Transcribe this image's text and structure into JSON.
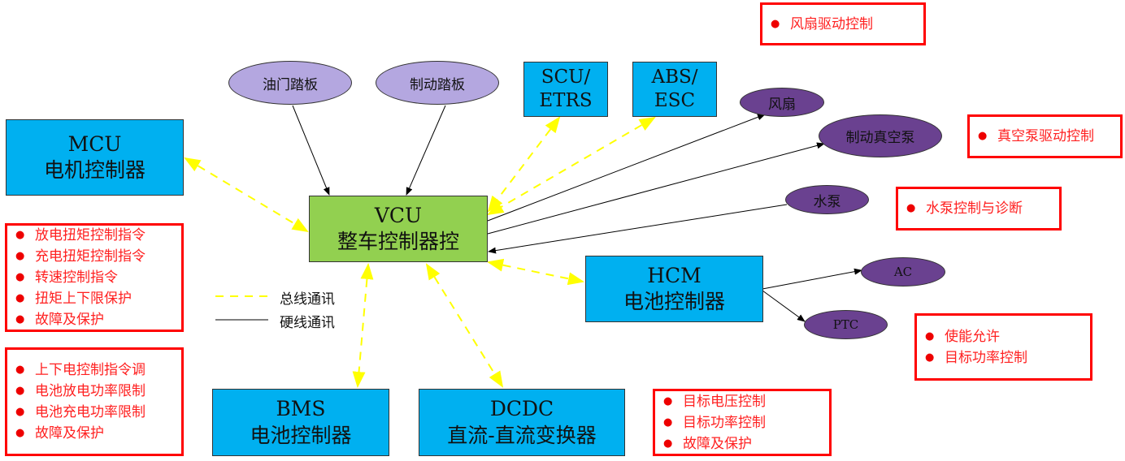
{
  "nodes": {
    "mcu": {
      "line1": "MCU",
      "line2": "电机控制器"
    },
    "vcu": {
      "line1": "VCU",
      "line2": "整车控制器控"
    },
    "hcm": {
      "line1": "HCM",
      "line2": "电池控制器"
    },
    "bms": {
      "line1": "BMS",
      "line2": "电池控制器"
    },
    "dcdc": {
      "line1": "DCDC",
      "line2": "直流-直流变换器"
    },
    "scu": {
      "line1": "SCU/",
      "line2": "ETRS"
    },
    "abs": {
      "line1": "ABS/",
      "line2": "ESC"
    },
    "throttle": "油门踏板",
    "brake_pedal": "制动踏板",
    "fan": "风扇",
    "vacuum_pump": "制动真空泵",
    "water_pump": "水泵",
    "ac": "AC",
    "ptc": "PTC"
  },
  "notes": {
    "fan": [
      "风扇驱动控制"
    ],
    "vacuum": [
      "真空泵驱动控制"
    ],
    "water": [
      "水泵控制与诊断"
    ],
    "hcm": [
      "使能允许",
      "目标功率控制"
    ],
    "dcdc": [
      "目标电压控制",
      "目标功率控制",
      "故障及保护"
    ],
    "mcu": [
      "放电扭矩控制指令",
      "充电扭矩控制指令",
      "转速控制指令",
      "扭矩上下限保护",
      "故障及保护"
    ],
    "bms": [
      "上下电控制指令调",
      "电池放电功率限制",
      "电池充电功率限制",
      "故障及保护"
    ]
  },
  "legend": {
    "bus": "总线通讯",
    "hardwire": "硬线通讯"
  },
  "colors": {
    "controller": "#00B0F0",
    "vcu": "#92D050",
    "pedal": "#B4A7E0",
    "actuator": "#6A4190",
    "note_border": "#FF0000",
    "bus_line": "#FFFF00"
  }
}
